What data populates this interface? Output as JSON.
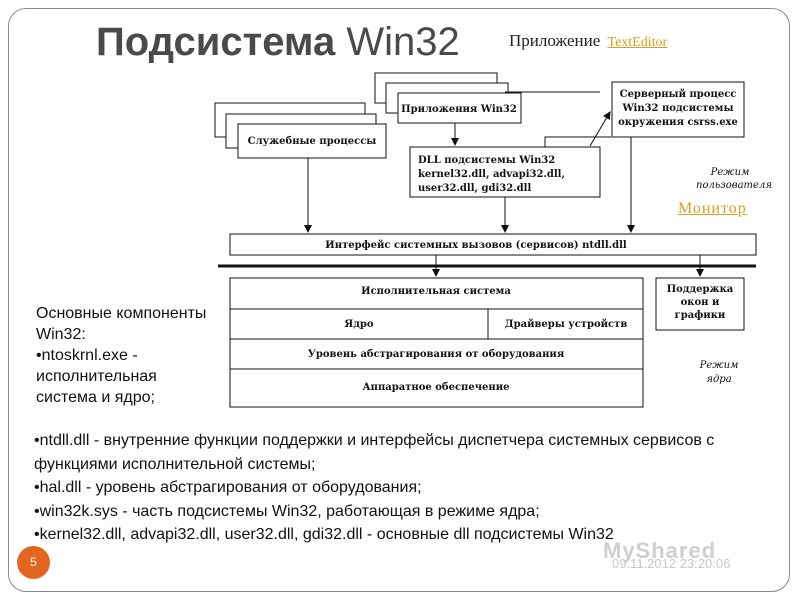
{
  "title": {
    "prefix": "Подсистема ",
    "suffix": "Win32"
  },
  "app_line": {
    "label": "Приложение ",
    "link": "TextEditor"
  },
  "monitor_link": "Монитор",
  "diagram": {
    "box_service": "Служебные процессы",
    "box_apps": "Приложения Win32",
    "box_dll": [
      "DLL подсистемы Win32",
      "kernel32.dll, advapi32.dll,",
      "user32.dll, gdi32.dll"
    ],
    "box_server": [
      "Серверный процесс",
      "Win32 подсистемы",
      "окружения csrss.exe"
    ],
    "user_mode": [
      "Режим",
      "пользователя"
    ],
    "syscall_interface": "Интерфейс системных вызовов (сервисов) ntdll.dll",
    "executive": "Исполнительная система",
    "kernel": "Ядро",
    "drivers": "Драйверы устройств",
    "hal": "Уровень абстрагирования от оборудования",
    "hardware": "Аппаратное обеспечение",
    "window_support": [
      "Поддержка",
      "окон и",
      "графики"
    ],
    "kernel_mode": [
      "Режим",
      "ядра"
    ]
  },
  "components": {
    "heading": "Основные компоненты Win32:",
    "item1": "•ntoskrnl.exe - исполнительная система и ядро;"
  },
  "bullets": [
    "•ntdll.dll - внутренние функции поддержки и интерфейсы диспетчера системных сервисов с функциями исполнительной системы;",
    "•hal.dll - уровень абстрагирования от оборудования;",
    "•win32k.sys - часть подсистемы Win32, работающая в режиме ядра;",
    "•kernel32.dll, advapi32.dll, user32.dll, gdi32.dll - основные dll подсистемы Win32"
  ],
  "watermark": "MyShared",
  "date_stamp": "09.11.2012 23:20:06",
  "slide_number": "5"
}
